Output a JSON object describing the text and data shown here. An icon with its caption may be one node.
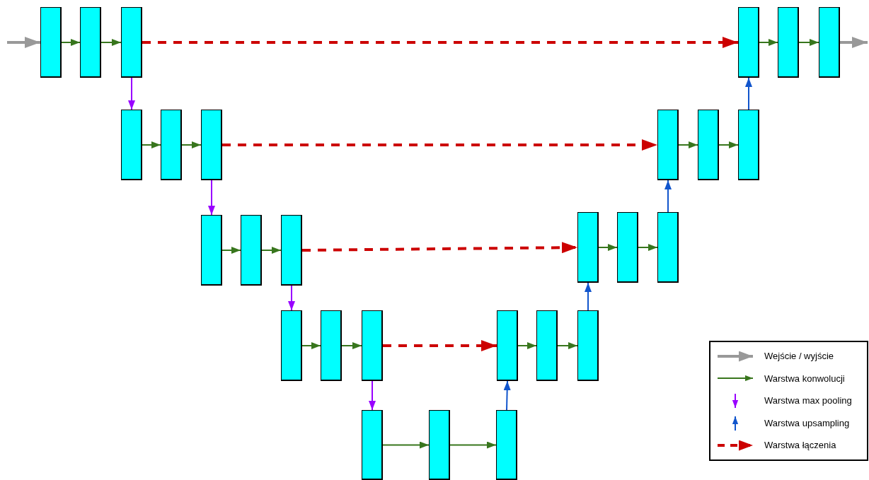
{
  "diagram": {
    "nodes": [
      {
        "text": [],
        "shape": "box"
      },
      {
        "text": [],
        "shape": "box"
      },
      {
        "text": [],
        "shape": "box"
      },
      {
        "text": [],
        "shape": "box"
      },
      {
        "text": [],
        "shape": "box"
      },
      {
        "text": [],
        "shape": "box"
      },
      {
        "text": [],
        "shape": "box"
      },
      {
        "text": [],
        "shape": "box"
      },
      {
        "text": [],
        "shape": "box"
      },
      {
        "text": [],
        "shape": "box"
      },
      {
        "text": [],
        "shape": "box"
      },
      {
        "text": [],
        "shape": "box"
      },
      {
        "text": [],
        "shape": "box"
      },
      {
        "text": [],
        "shape": "box"
      },
      {
        "text": [],
        "shape": "box"
      },
      {
        "text": [],
        "shape": "box"
      },
      {
        "text": [],
        "shape": "box"
      },
      {
        "text": [],
        "shape": "box"
      },
      {
        "text": [],
        "shape": "box"
      },
      {
        "text": [],
        "shape": "box"
      },
      {
        "text": [],
        "shape": "box"
      },
      {
        "text": [],
        "shape": "box"
      },
      {
        "text": [],
        "shape": "box"
      },
      {
        "text": [],
        "shape": "box"
      },
      {
        "text": [],
        "shape": "box"
      },
      {
        "text": [],
        "shape": "box"
      },
      {
        "text": [],
        "shape": "box"
      }
    ],
    "edges": [
      {
        "from": null,
        "to": 0,
        "arrow": "to",
        "style": "thick",
        "color": "#999999"
      },
      {
        "from": 5,
        "to": null,
        "arrow": "to",
        "style": "thick",
        "color": "#999999"
      },
      {
        "from": 0,
        "to": 1,
        "arrow": "to"
      },
      {
        "from": 1,
        "to": 2,
        "arrow": "to"
      },
      {
        "from": 3,
        "to": 4,
        "arrow": "to"
      },
      {
        "from": 4,
        "to": 5,
        "arrow": "to"
      },
      {
        "from": 6,
        "to": 7,
        "arrow": "to"
      },
      {
        "from": 7,
        "to": 8,
        "arrow": "to"
      },
      {
        "from": 9,
        "to": 10,
        "arrow": "to"
      },
      {
        "from": 10,
        "to": 11,
        "arrow": "to"
      },
      {
        "from": 12,
        "to": 13,
        "arrow": "to"
      },
      {
        "from": 13,
        "to": 14,
        "arrow": "to"
      },
      {
        "from": 15,
        "to": 16,
        "arrow": "to"
      },
      {
        "from": 16,
        "to": 17,
        "arrow": "to"
      },
      {
        "from": 18,
        "to": 19,
        "arrow": "to"
      },
      {
        "from": 19,
        "to": 20,
        "arrow": "to"
      },
      {
        "from": 21,
        "to": 22,
        "arrow": "to"
      },
      {
        "from": 22,
        "to": 23,
        "arrow": "to"
      },
      {
        "from": 24,
        "to": 25,
        "arrow": "to"
      },
      {
        "from": 25,
        "to": 26,
        "arrow": "to"
      },
      {
        "from": 2,
        "to": 6,
        "arrow": "to",
        "color": "#9900ff"
      },
      {
        "from": 8,
        "to": 12,
        "arrow": "to",
        "color": "#9900ff"
      },
      {
        "from": 14,
        "to": 18,
        "arrow": "to",
        "color": "#9900ff"
      },
      {
        "from": 20,
        "to": 24,
        "arrow": "to",
        "color": "#9900ff"
      },
      {
        "from": 26,
        "to": 21,
        "arrow": "to",
        "color": "#1155cc"
      },
      {
        "from": 23,
        "to": 15,
        "arrow": "to",
        "color": "#1155cc"
      },
      {
        "from": 17,
        "to": 9,
        "arrow": "to",
        "color": "#1155cc"
      },
      {
        "from": 11,
        "to": 3,
        "arrow": "to",
        "color": "#1155cc"
      },
      {
        "from": 2,
        "to": 3,
        "arrow": "to",
        "style": "dashed",
        "color": "#cc0000"
      },
      {
        "from": 8,
        "to": 9,
        "arrow": "to",
        "style": "dashed",
        "color": "#cc0000"
      },
      {
        "from": 14,
        "to": 15,
        "arrow": "to",
        "style": "dashed",
        "color": "#cc0000"
      },
      {
        "from": 20,
        "to": 21,
        "arrow": "to",
        "style": "dashed",
        "color": "#cc0000"
      }
    ],
    "legend": [
      {
        "text": "Wejście / wyjście"
      },
      {
        "text": "Warstwa konwolucji"
      },
      {
        "text": "Warstwa max pooling"
      },
      {
        "text": "Warstwa upsampling"
      },
      {
        "text": "Warstwa łączenia"
      }
    ]
  }
}
